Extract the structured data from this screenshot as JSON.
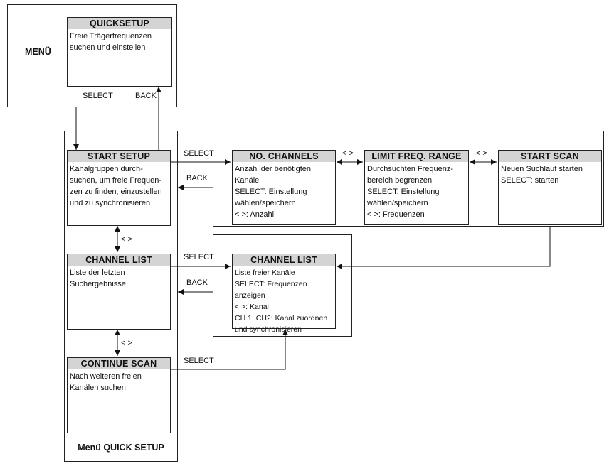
{
  "menu": {
    "label": "MENÜ",
    "quicksetup": {
      "title": "QUICKSETUP",
      "text": "Freie Trägerfrequenzen\nsuchen und einstellen"
    },
    "select_label": "SELECT",
    "back_label": "BACK"
  },
  "quick_setup_menu": {
    "caption": "Menü QUICK SETUP",
    "start_setup": {
      "title": "START SETUP",
      "text": "Kanalgruppen durch-\nsuchen, um freie Frequen-\nzen zu finden, einzustellen\nund zu synchronisieren"
    },
    "channel_list": {
      "title": "CHANNEL LIST",
      "text": "Liste der letzten\nSuchergebnisse"
    },
    "continue_scan": {
      "title": "CONTINUE SCAN",
      "text": "Nach weiteren freien\nKanälen suchen"
    },
    "nav_label_1": "< >",
    "nav_label_2": "< >"
  },
  "setup_flow": {
    "select_label": "SELECT",
    "back_label": "BACK",
    "no_channels": {
      "title": "NO. CHANNELS",
      "text": "Anzahl der benötigten\nKanäle\nSELECT: Einstellung\nwählen/speichern\n< >: Anzahl"
    },
    "limit_freq_range": {
      "title": "LIMIT FREQ. RANGE",
      "text": "Durchsuchten Frequenz-\nbereich begrenzen\nSELECT: Einstellung\nwählen/speichern\n< >: Frequenzen"
    },
    "start_scan": {
      "title": "START SCAN",
      "text": "Neuen Suchlauf starten\nSELECT: starten"
    },
    "nav_label_1": "< >",
    "nav_label_2": "< >"
  },
  "channel_list_flow": {
    "select_label": "SELECT",
    "back_label": "BACK",
    "channel_list": {
      "title": "CHANNEL LIST",
      "text": "Liste freier Kanäle\nSELECT: Frequenzen anzeigen\n< >: Kanal\nCH 1, CH2: Kanal zuordnen\nund synchronisieren"
    }
  },
  "continue_flow": {
    "select_label": "SELECT"
  }
}
